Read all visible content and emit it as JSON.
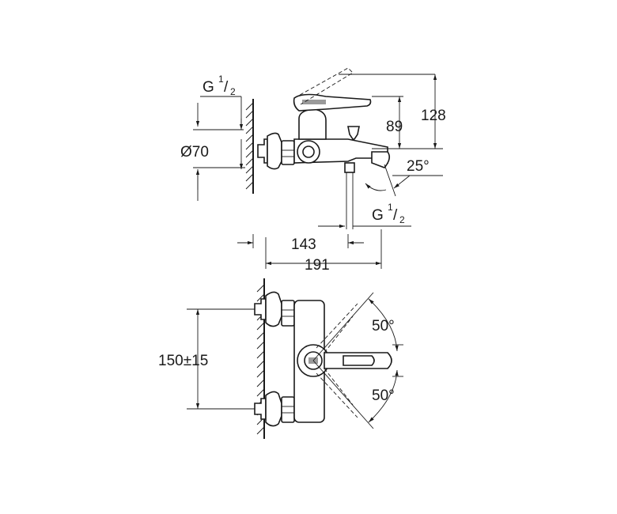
{
  "drawing": {
    "thread_top": {
      "main": "G",
      "sup": "1",
      "sub": "2"
    },
    "diameter": "Ø70",
    "height_89": "89",
    "height_128": "128",
    "spout_angle": "25°",
    "thread_outlet": {
      "main": "G",
      "sup": "1",
      "sub": "2"
    },
    "depth_143": "143",
    "depth_191": "191",
    "centers": "150±15",
    "rotation_up": "50°",
    "rotation_down": "50°"
  }
}
